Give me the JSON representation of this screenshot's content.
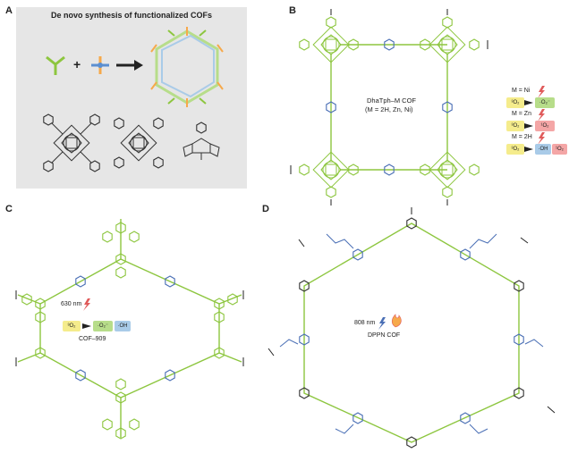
{
  "panels": {
    "a": {
      "letter": "A",
      "title": "De novo synthesis of functionalized COFs",
      "plus": "+"
    },
    "b": {
      "letter": "B",
      "cof_name": "DhaTph–M COF",
      "cof_metals": "(M = 2H, Zn, Ni)",
      "metal_rows": [
        {
          "label": "M = Ni",
          "from": "³O₂",
          "to": "·O₂⁻",
          "extra": ""
        },
        {
          "label": "M = Zn",
          "from": "³O₂",
          "to": "¹O₂",
          "extra": ""
        },
        {
          "label": "M = 2H",
          "from": "³O₂",
          "to": "·OH",
          "extra": "¹O₂"
        }
      ]
    },
    "c": {
      "letter": "C",
      "wavelength": "630 nm",
      "from": "³O₂",
      "to": "·O₂⁻",
      "extra": "·OH",
      "cof_name": "COF–909"
    },
    "d": {
      "letter": "D",
      "wavelength": "808 nm",
      "cof_name": "DPPN COF"
    }
  },
  "colors": {
    "green": "#8dc63f",
    "blue": "#4a6fb5",
    "dark": "#333333",
    "panel_a_bg": "#e6e6e6",
    "chip_yellow": "#f5ec8c",
    "chip_green": "#b7dd8a",
    "chip_red": "#f4a6a6",
    "chip_blue": "#a9cbe8"
  }
}
